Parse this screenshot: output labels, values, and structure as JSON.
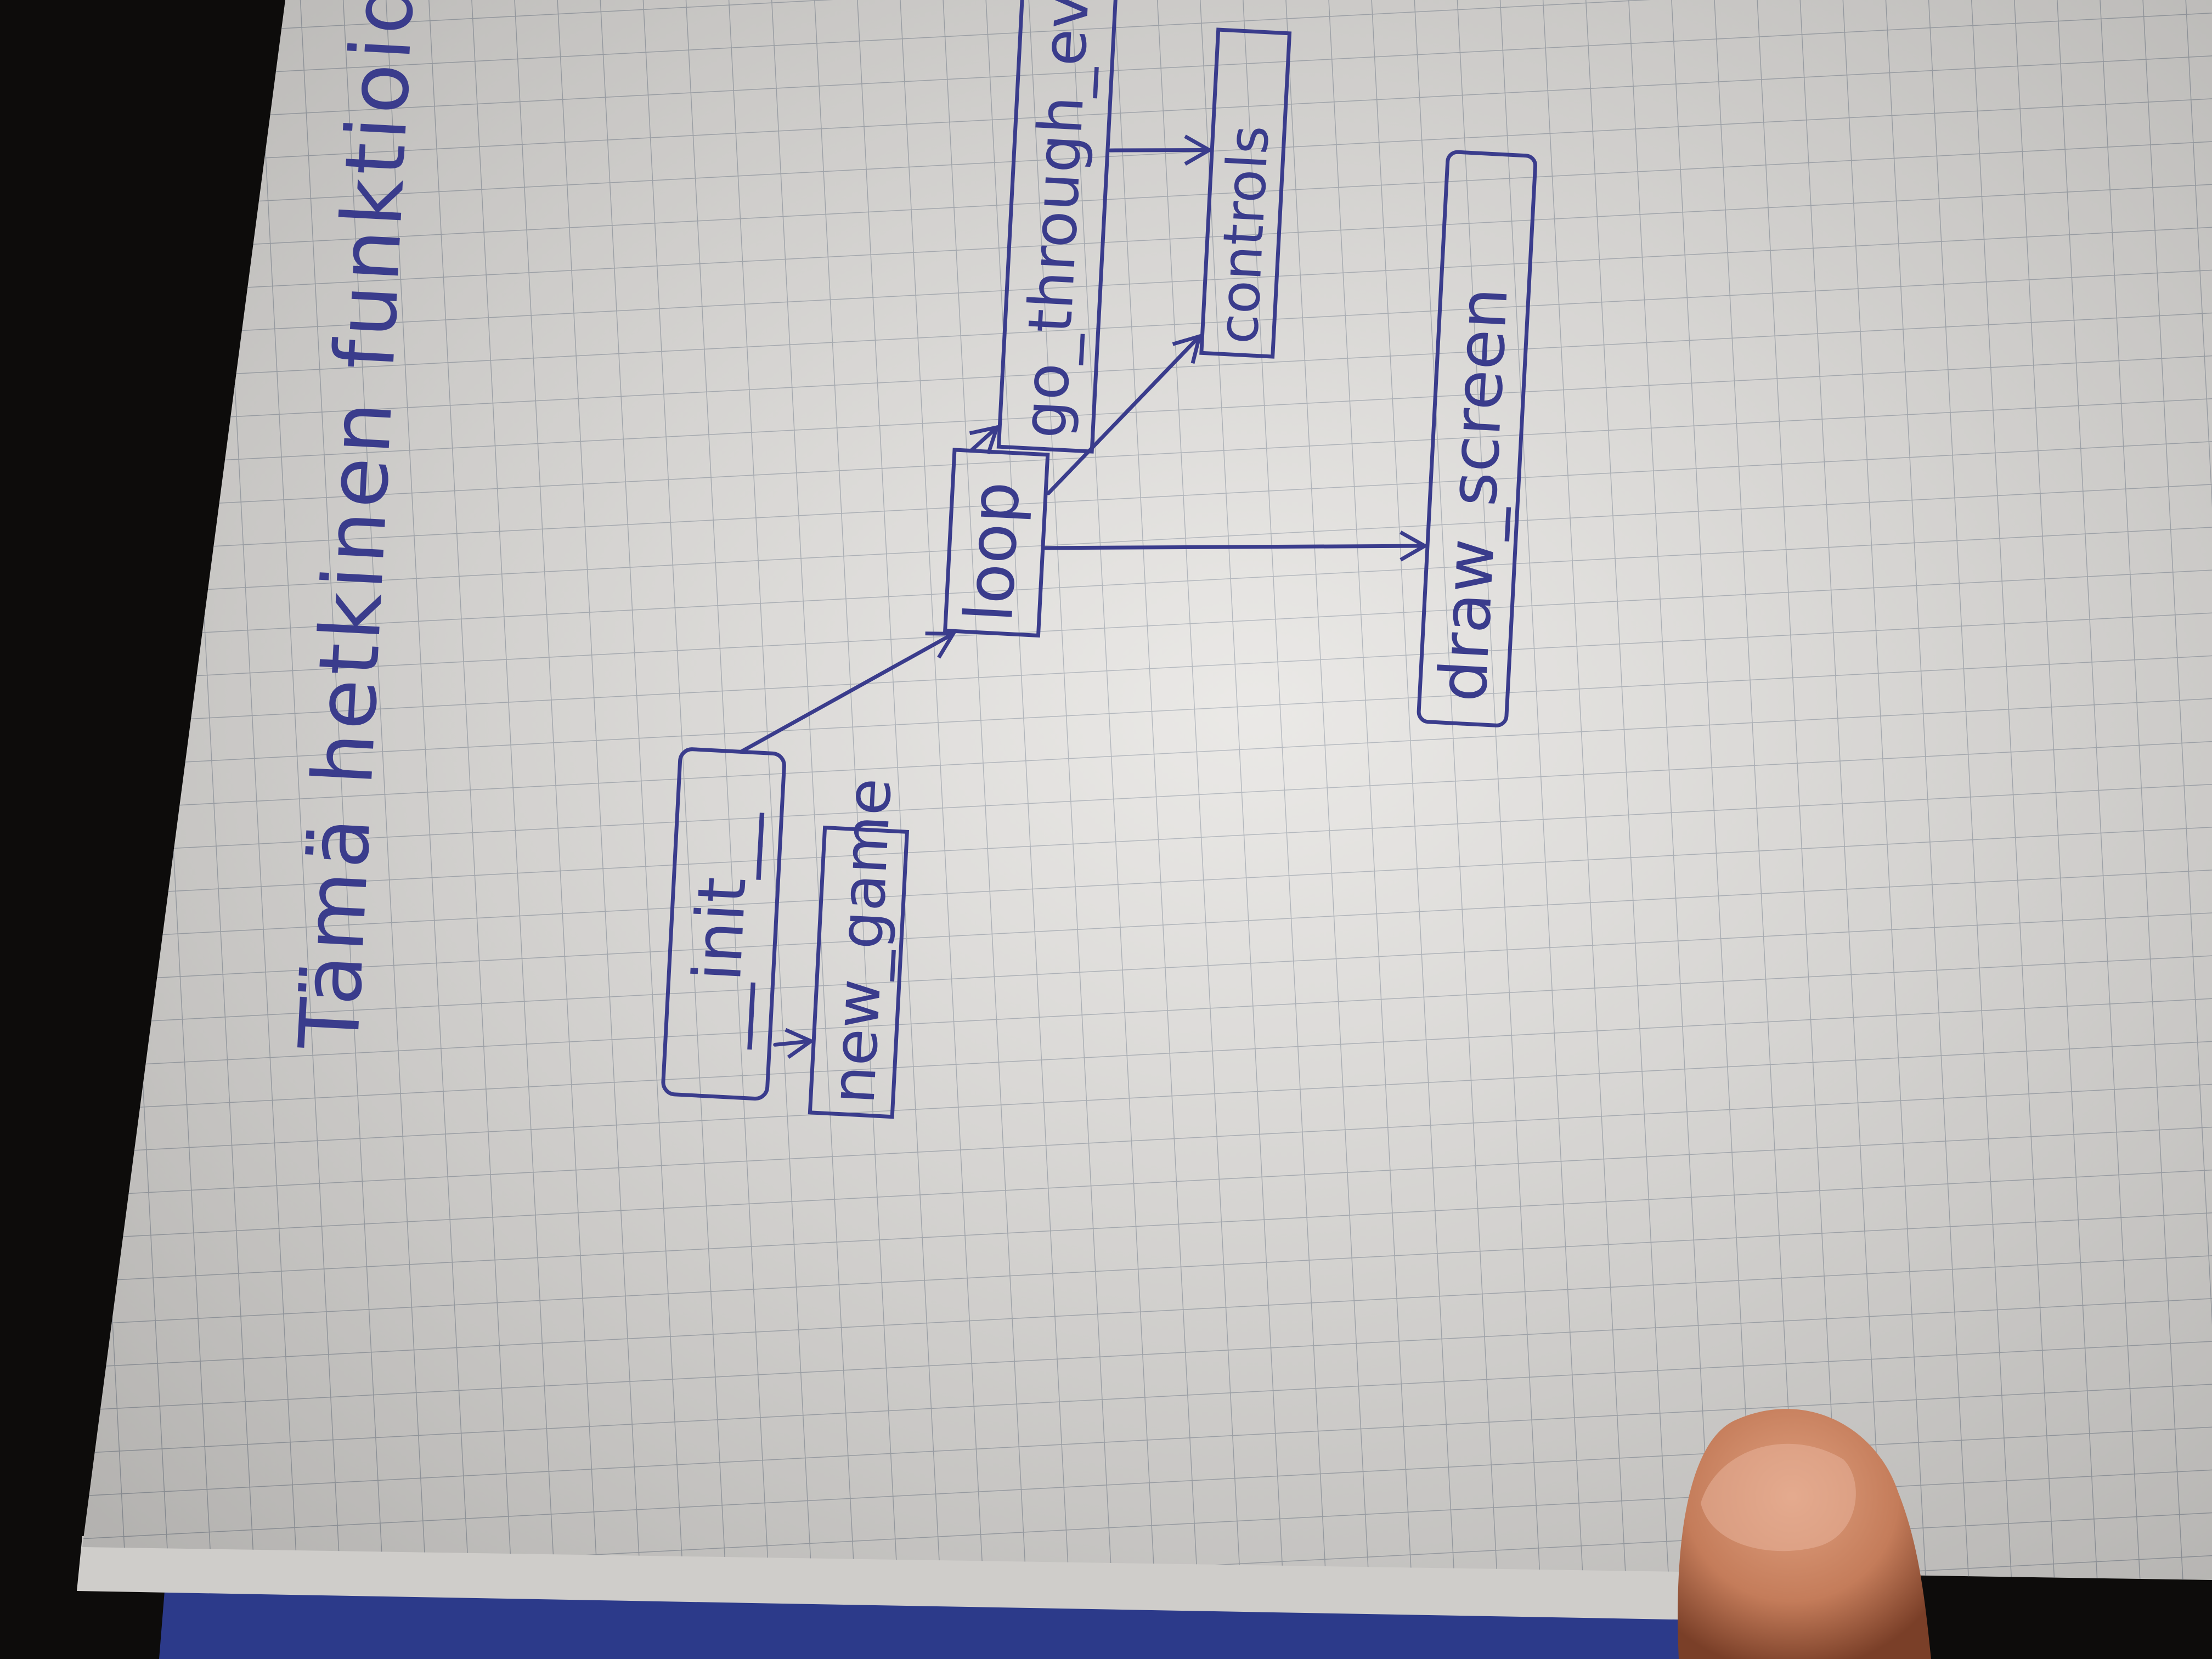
{
  "title_line": "Tämä hetkinen funktioiden logiikka",
  "nodes": {
    "init": "__init__",
    "new_game": "new_game",
    "loop": "loop",
    "go_through_events": "go_through_events",
    "controls": "controls",
    "draw_screen": "draw_screen"
  },
  "edges": [
    {
      "from": "__init__",
      "to": "new_game"
    },
    {
      "from": "__init__",
      "to": "loop"
    },
    {
      "from": "loop",
      "to": "go_through_events"
    },
    {
      "from": "loop",
      "to": "controls"
    },
    {
      "from": "loop",
      "to": "draw_screen"
    },
    {
      "from": "go_through_events",
      "to": "controls"
    }
  ],
  "colors": {
    "ink": "#3a3c8c",
    "paper": "#e6e4e1",
    "grid": "#a9aeb5",
    "background": "#0d0c0b",
    "finger": "#c47c5a"
  }
}
